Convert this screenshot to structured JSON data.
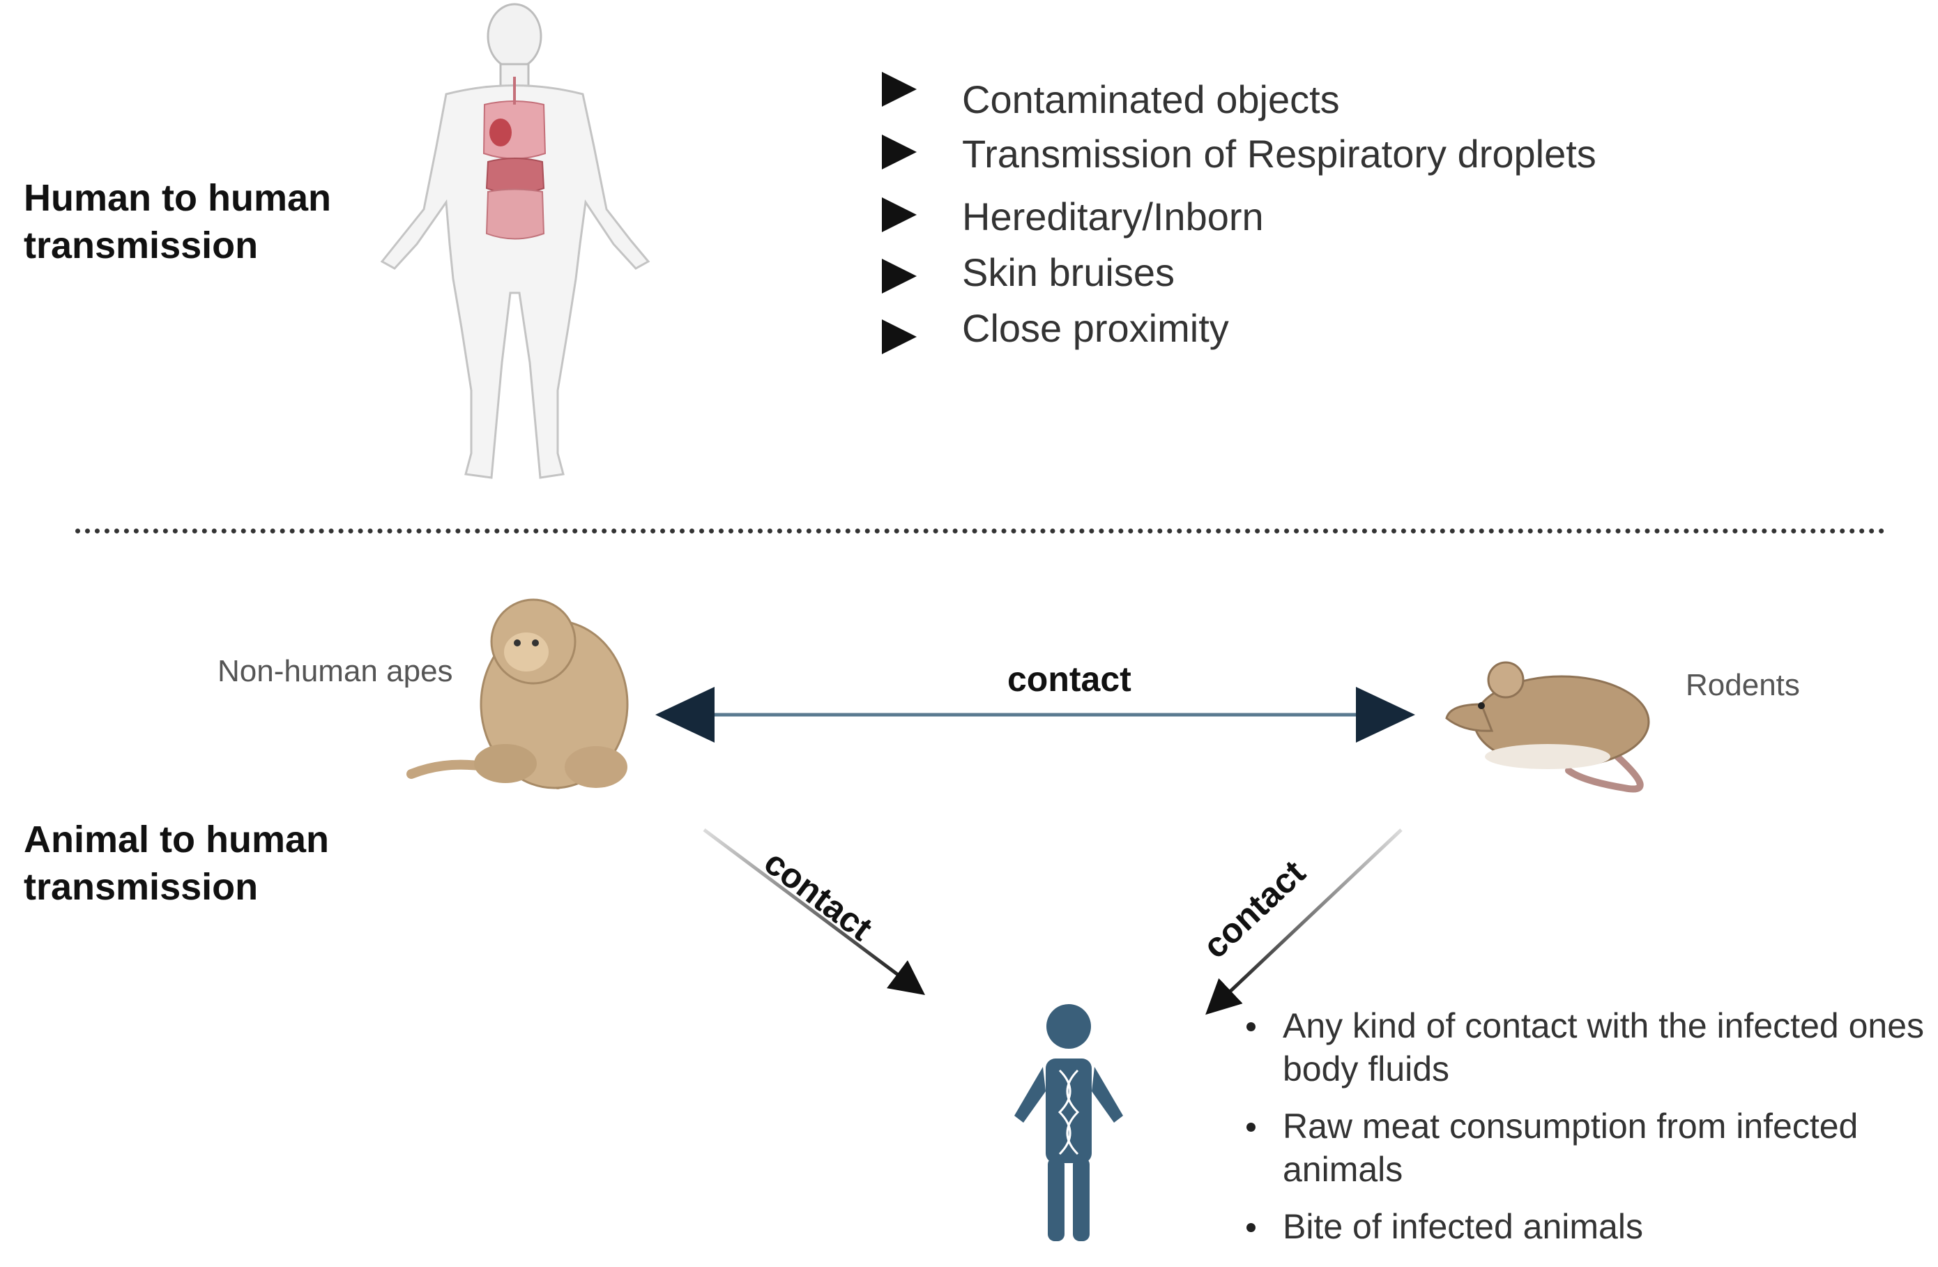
{
  "human_section": {
    "title": "Human to human\ntransmission",
    "routes": [
      "Contaminated objects",
      "Transmission of Respiratory droplets",
      "Hereditary/Inborn",
      "Skin bruises",
      "Close proximity"
    ]
  },
  "animal_section": {
    "title": "Animal to human\ntransmission",
    "left_animal_label": "Non-human apes",
    "right_animal_label": "Rodents",
    "contact_label_top": "contact",
    "contact_label_left": "contact",
    "contact_label_right": "contact",
    "bullets": [
      "Any kind of contact with the infected ones body fluids",
      "Raw meat consumption from infected animals",
      "Bite of infected animals"
    ]
  },
  "colors": {
    "arrow_dark": "#1b2a3a",
    "human_figure_blue": "#3a5f7a",
    "monkey_tan": "#cdb08a",
    "rodent_tan": "#b99a76"
  }
}
